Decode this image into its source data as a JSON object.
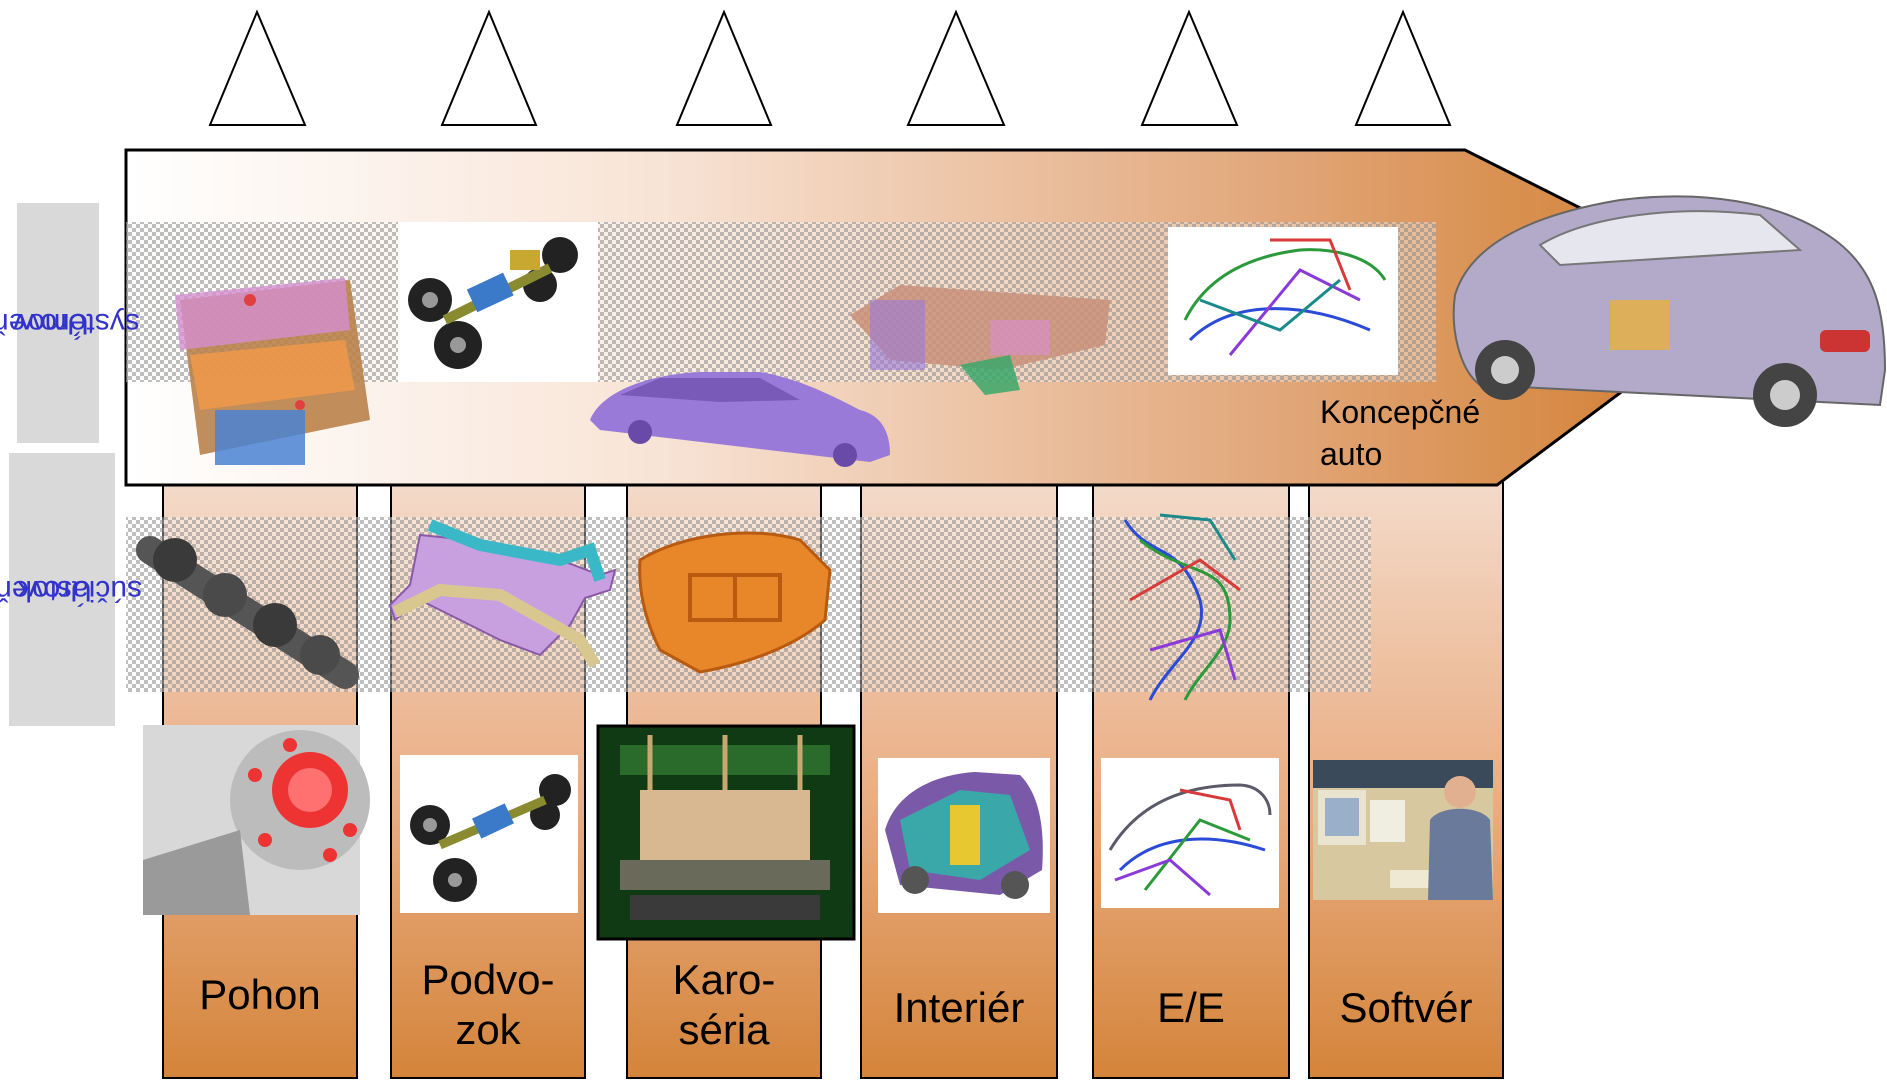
{
  "columns": [
    {
      "label_line1": "Pohon",
      "label_line2": ""
    },
    {
      "label_line1": "Podvo-",
      "label_line2": "zok"
    },
    {
      "label_line1": "Karo-",
      "label_line2": "séria"
    },
    {
      "label_line1": "Interiér",
      "label_line2": ""
    },
    {
      "label_line1": "E/E",
      "label_line2": ""
    },
    {
      "label_line1": "Softvér",
      "label_line2": ""
    }
  ],
  "side_labels": {
    "systems_line1": "Úroveň",
    "systems_line2": "systémov",
    "parts_line1": "Úroveň",
    "parts_line2": "súčiastok"
  },
  "concept": {
    "line1": "Koncepčné",
    "line2": "auto"
  },
  "colors": {
    "column_top": "#f2d3c0",
    "column_bottom": "#d68a3c",
    "arrow_start": "#ffffff",
    "arrow_end": "#d68a3c",
    "side_label_bg": "#d9d9d9",
    "side_label_text": "#3333cc"
  },
  "icons": [
    "engine-icon",
    "chassis-icon",
    "car-body-icon",
    "dashboard-icon",
    "wiring-harness-icon",
    "concept-car-icon",
    "crankshaft-icon",
    "subframe-icon",
    "hood-panel-icon",
    "flange-icon",
    "press-tool-icon",
    "interior-body-icon",
    "person-at-computer-icon"
  ]
}
